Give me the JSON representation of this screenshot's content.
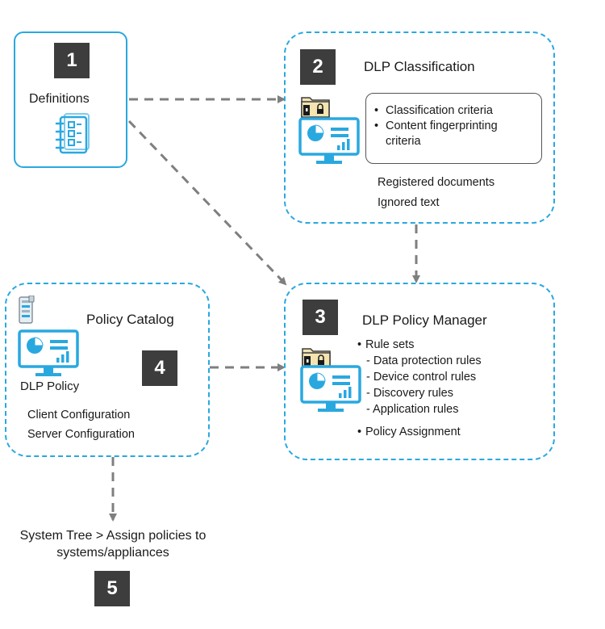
{
  "steps": {
    "definitions": {
      "number": "1",
      "title": "Definitions"
    },
    "classification": {
      "number": "2",
      "title": "DLP Classification",
      "criteria": [
        "Classification criteria",
        "Content fingerprinting criteria"
      ],
      "extras": [
        "Registered documents",
        "Ignored text"
      ]
    },
    "policy_manager": {
      "number": "3",
      "title": "DLP Policy Manager",
      "rule_sets_label": "Rule sets",
      "rules": [
        "- Data protection rules",
        "- Device control rules",
        "- Discovery rules",
        "- Application rules"
      ],
      "assignment": "Policy Assignment"
    },
    "policy_catalog": {
      "number": "4",
      "title": "Policy Catalog",
      "policy_label": "DLP Policy",
      "configs": [
        "Client Configuration",
        "Server Configuration"
      ]
    },
    "system_tree": {
      "number": "5",
      "text_line1": "System Tree > Assign policies to",
      "text_line2": "systems/appliances"
    }
  },
  "colors": {
    "accent": "#29a8e0",
    "number_badge": "#3d3d3d",
    "arrow": "#7f7f7f",
    "folder": "#f3e4b1"
  },
  "icons": [
    "notebook-icon",
    "monitor-chart-icon",
    "folder-lock-icon",
    "policy-stack-icon"
  ]
}
